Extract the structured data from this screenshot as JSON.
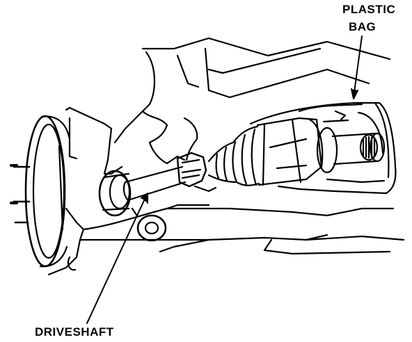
{
  "labels": {
    "plastic_bag_line1": "PLASTIC",
    "plastic_bag_line2": "BAG",
    "driveshaft": "DRIVESHAFT"
  },
  "colors": {
    "ink": "#000000",
    "paper": "#ffffff",
    "shade": "#d9d9d9"
  }
}
